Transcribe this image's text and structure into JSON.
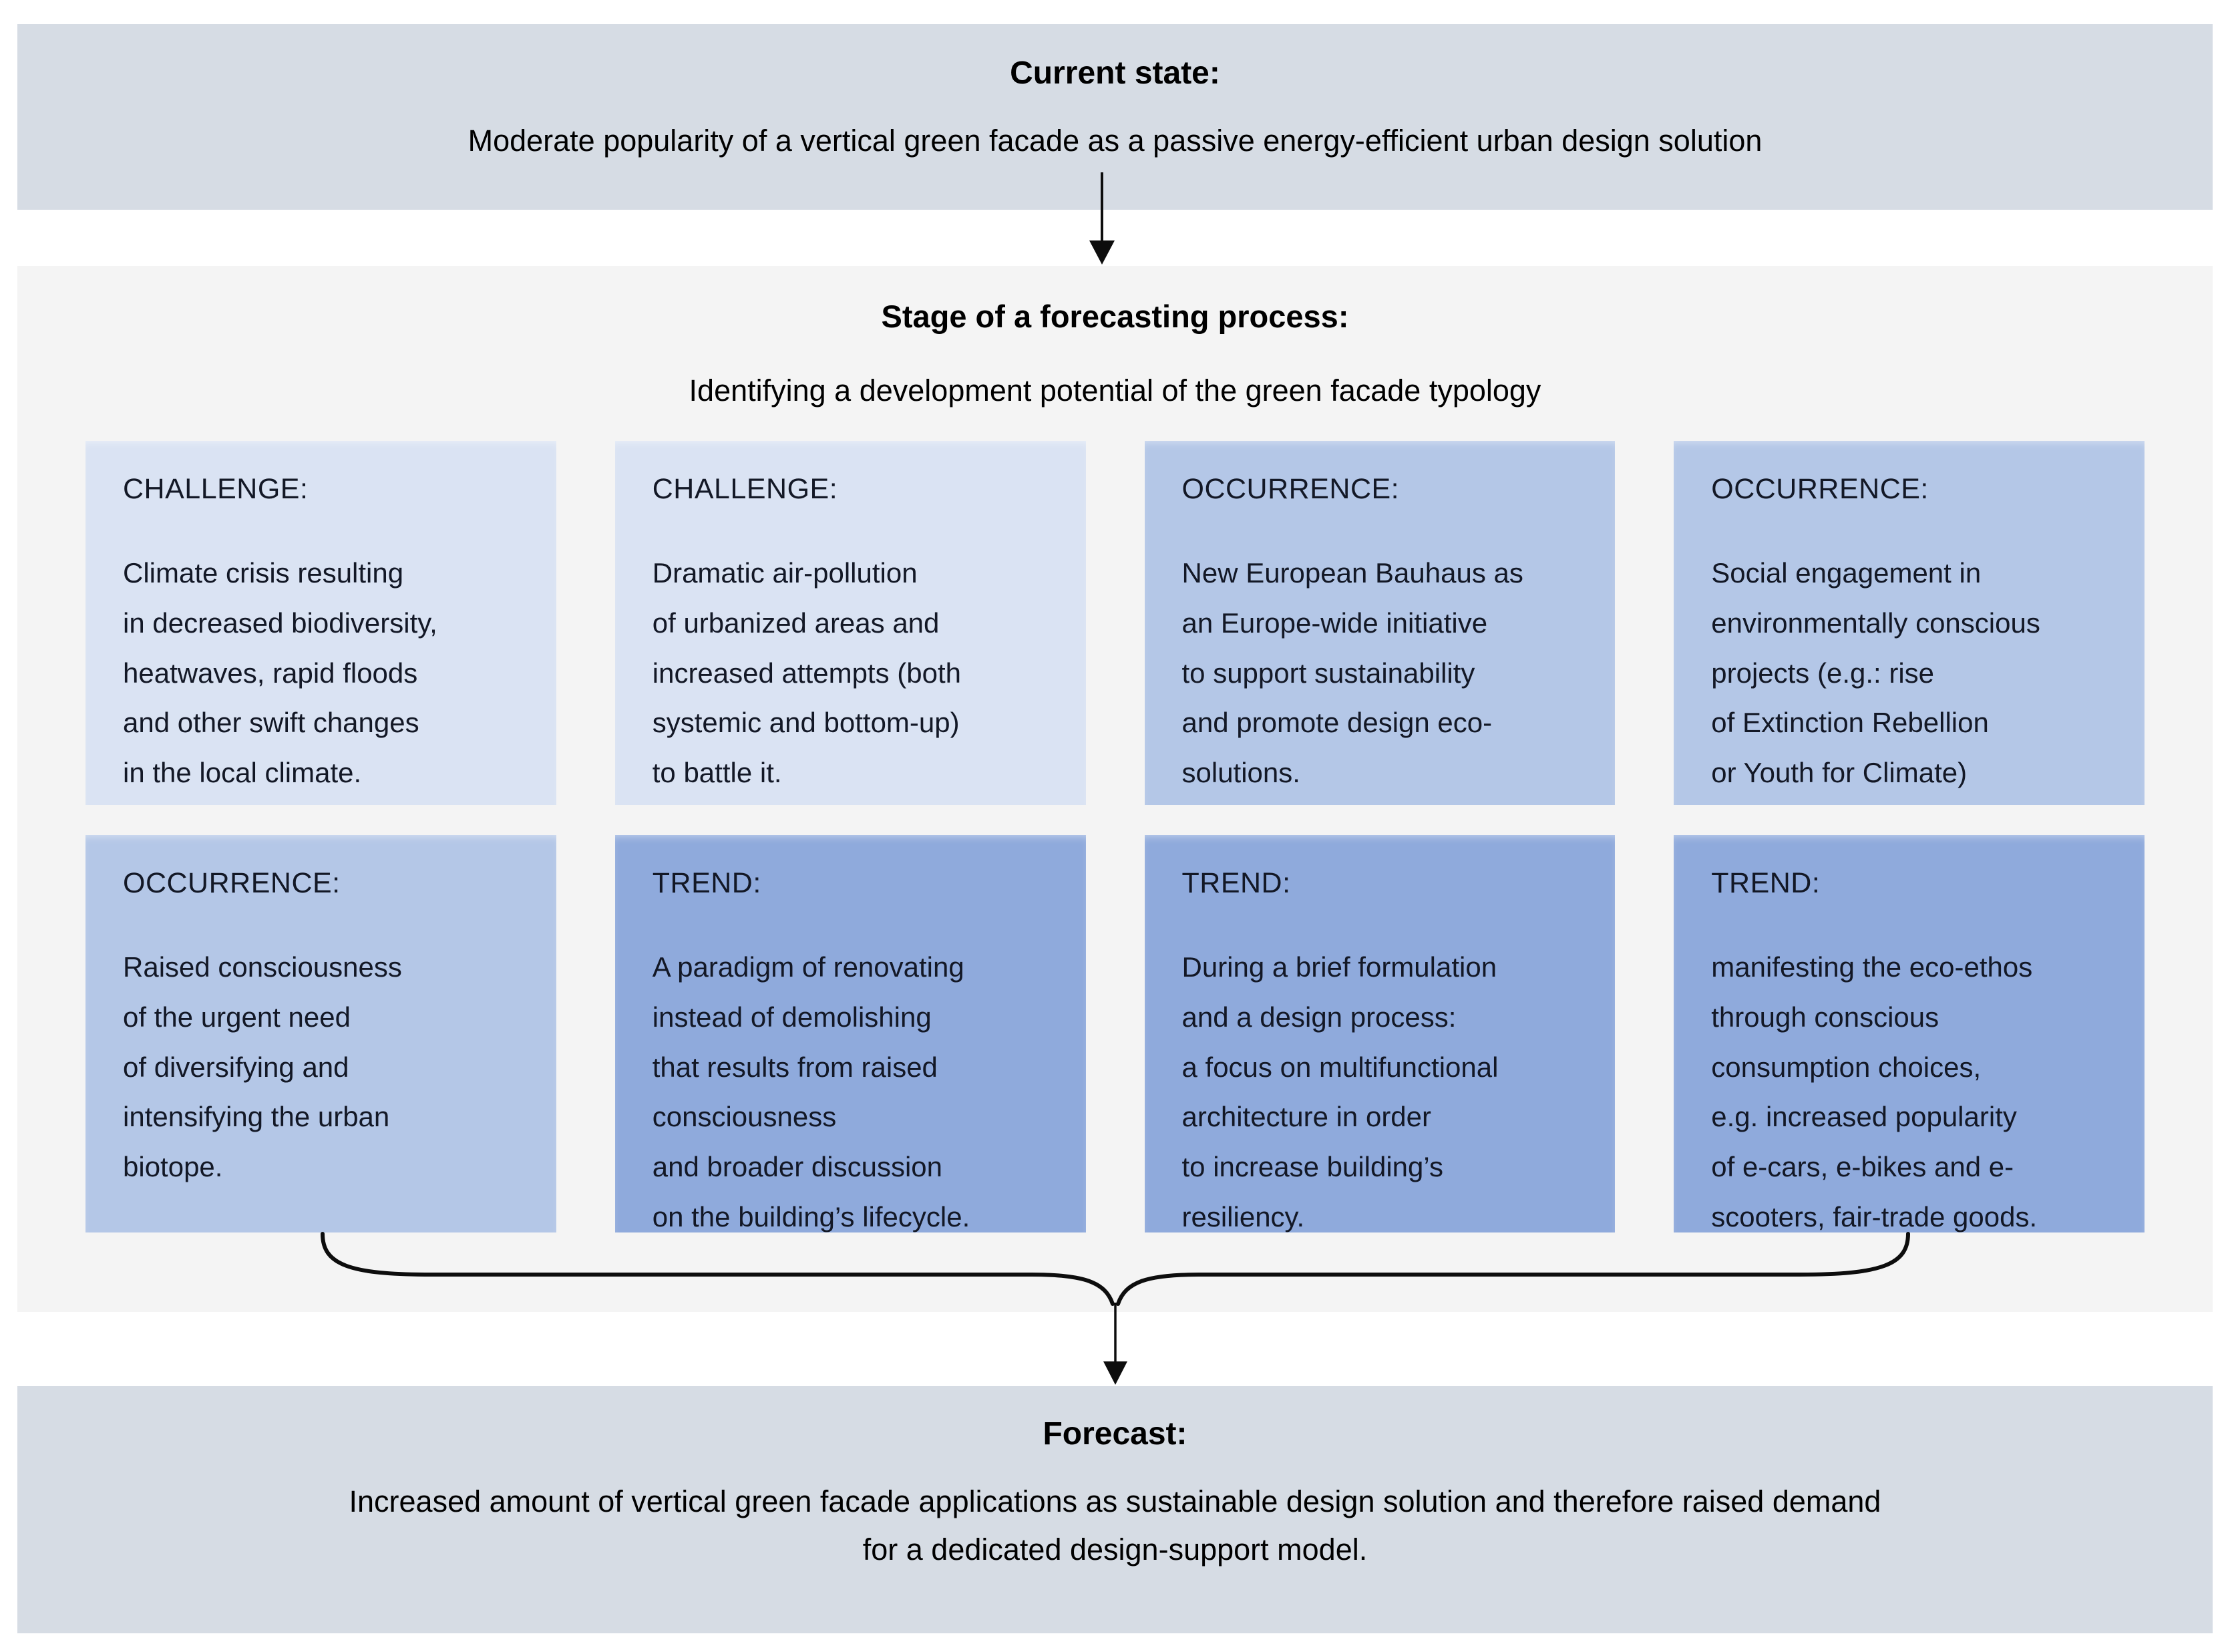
{
  "current_state": {
    "title": "Current state:",
    "body": "Moderate popularity of a vertical green facade as a passive energy-efficient urban design solution"
  },
  "stage": {
    "title": "Stage of a forecasting process:",
    "subtitle": "Identifying a development potential of the green facade typology",
    "boxes": [
      {
        "label": "CHALLENGE:",
        "tone": "light",
        "body": "Climate crisis resulting\nin decreased biodiversity,\nheatwaves, rapid floods\nand other swift changes\nin the local climate."
      },
      {
        "label": "CHALLENGE:",
        "tone": "light",
        "body": "Dramatic air-pollution\nof urbanized areas and\nincreased attempts (both\nsystemic and bottom-up)\nto battle it."
      },
      {
        "label": "OCCURRENCE:",
        "tone": "medium",
        "body": "New European Bauhaus as\nan Europe-wide initiative\nto support sustainability\nand promote design eco-\nsolutions."
      },
      {
        "label": "OCCURRENCE:",
        "tone": "medium",
        "body": "Social engagement in\nenvironmentally conscious\nprojects (e.g.: rise\nof Extinction Rebellion\nor Youth for Climate)"
      },
      {
        "label": "OCCURRENCE:",
        "tone": "medium",
        "body": "Raised consciousness\nof the urgent need\nof diversifying and\nintensifying the urban\nbiotope."
      },
      {
        "label": "TREND:",
        "tone": "dark",
        "body": "A paradigm of renovating\ninstead of demolishing\nthat results from raised\nconsciousness\nand broader discussion\non the building’s lifecycle."
      },
      {
        "label": "TREND:",
        "tone": "dark",
        "body": "During a brief formulation\nand a design process:\na focus on multifunctional\narchitecture in order\nto increase building’s\nresiliency."
      },
      {
        "label": "TREND:",
        "tone": "dark",
        "body": "manifesting the eco-ethos\nthrough conscious\nconsumption choices,\ne.g. increased popularity\nof e-cars, e-bikes and e-\nscooters, fair-trade goods."
      }
    ]
  },
  "forecast": {
    "title": "Forecast:",
    "body": "Increased amount of vertical green facade applications as sustainable design solution and therefore raised demand\nfor a dedicated design-support model."
  },
  "colors": {
    "banner_bg": "#d6dce4",
    "panel_bg": "#f4f4f4",
    "box_light": "#dae3f3",
    "box_medium": "#b4c7e7",
    "box_dark": "#8faadc",
    "text_dark": "#131826",
    "arrow": "#0d0d0d"
  }
}
